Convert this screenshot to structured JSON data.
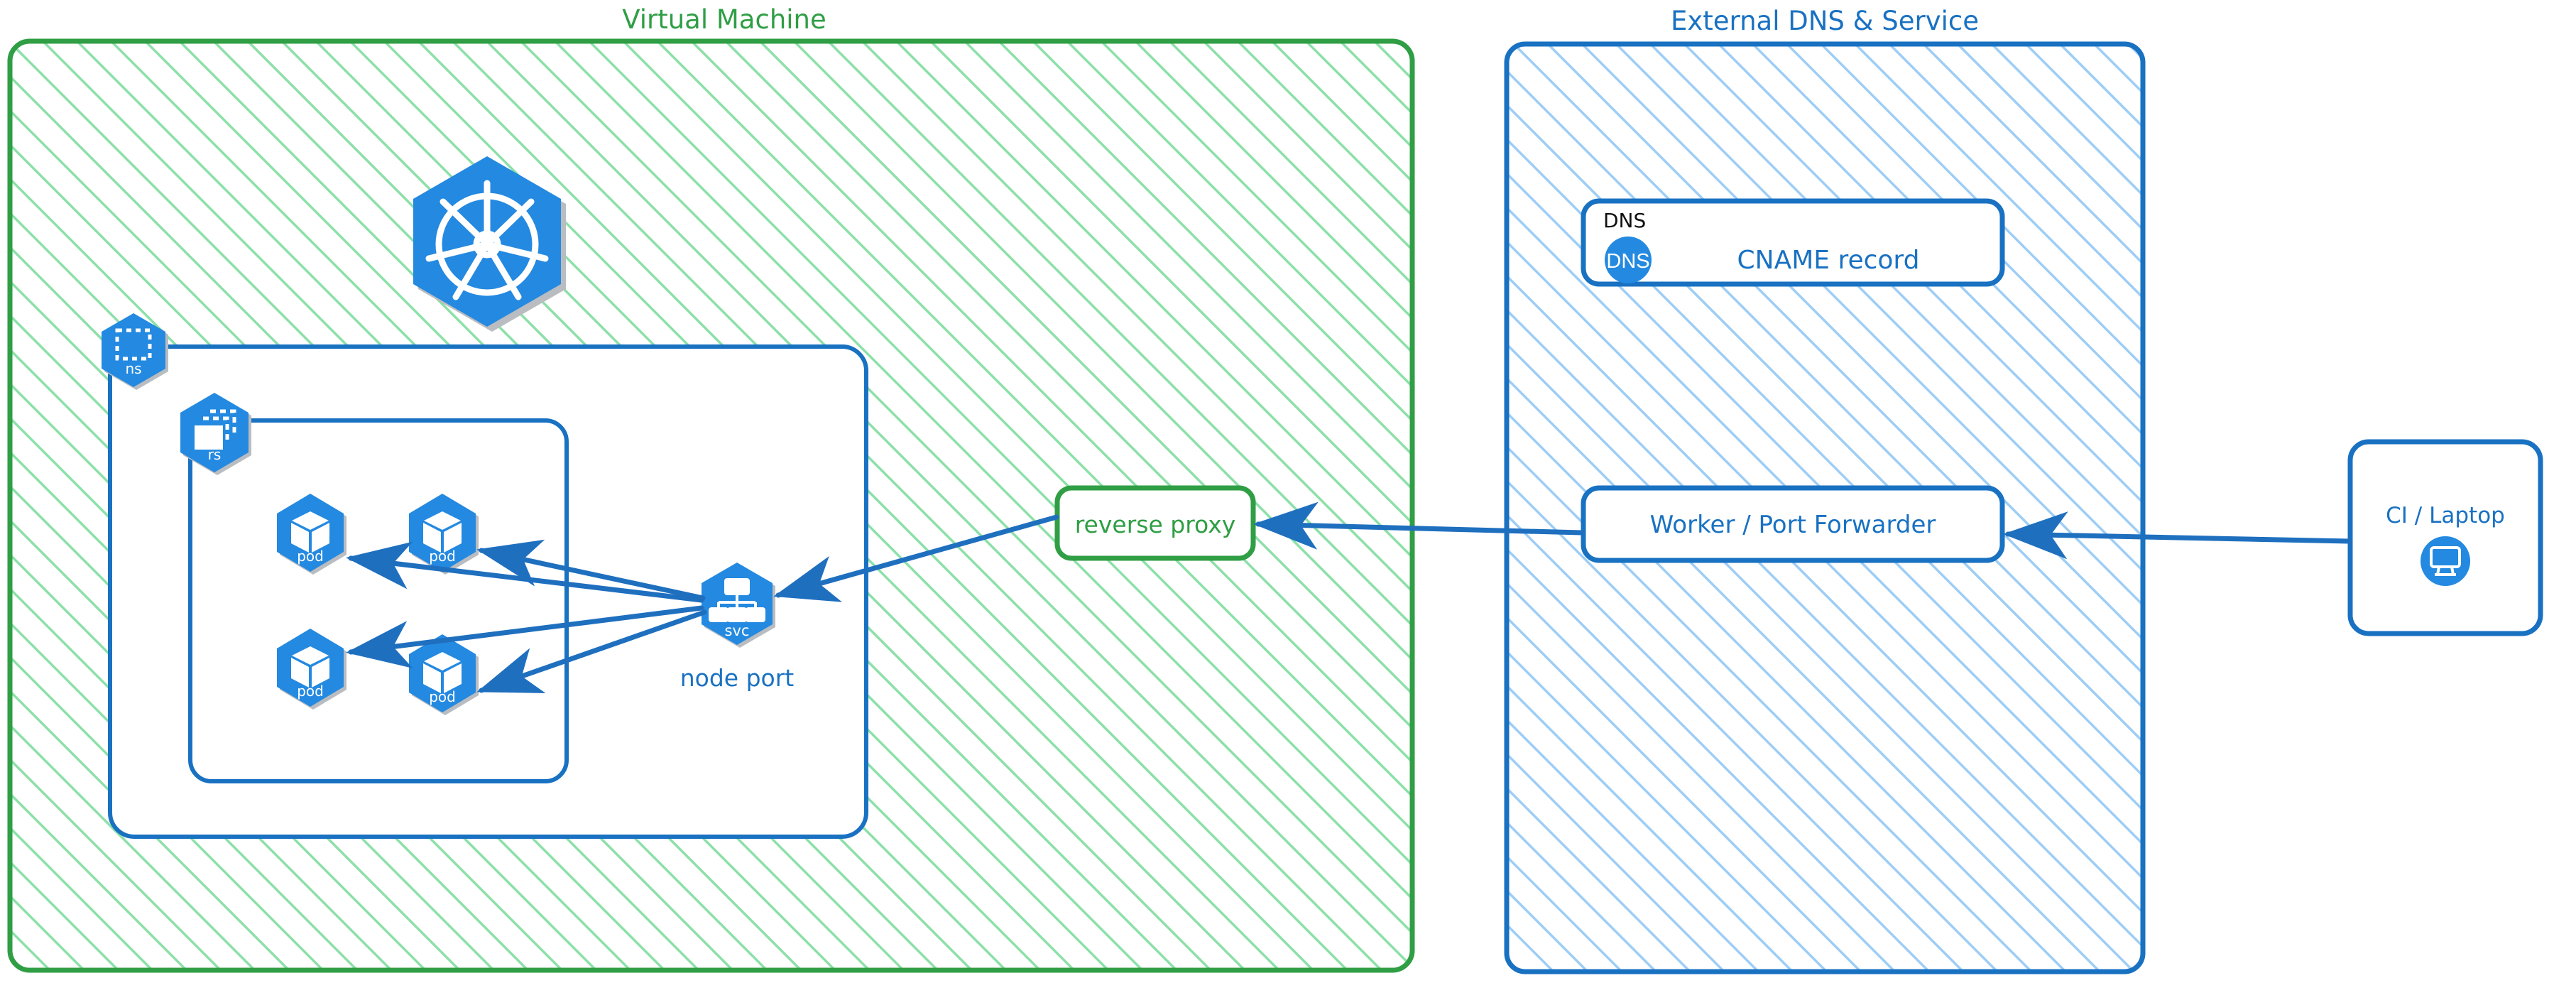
{
  "diagram": {
    "title_vm": "Virtual Machine",
    "title_external": "External DNS & Service",
    "style": {
      "green_stroke": "#2f9e44",
      "green_hatch": "#8ce0a8",
      "blue_stroke": "#1971c2",
      "blue_hatch": "#9ecdf5",
      "k8s_blue": "#2489e0",
      "arrow_blue": "#1f6fbf",
      "text_black": "#111111",
      "white": "#ffffff"
    }
  },
  "vm_zone": {
    "label": "Virtual Machine",
    "namespace_badge": "ns",
    "replicaset_badge": "rs",
    "k8s_logo_name": "kubernetes-logo",
    "pods": [
      {
        "label": "pod"
      },
      {
        "label": "pod"
      },
      {
        "label": "pod"
      },
      {
        "label": "pod"
      }
    ],
    "service": {
      "badge": "svc",
      "caption": "node port"
    },
    "reverse_proxy": {
      "label": "reverse proxy"
    }
  },
  "external_zone": {
    "label": "External DNS & Service",
    "dns_card": {
      "kind_label": "DNS",
      "icon_label": "DNS",
      "title": "CNAME record"
    },
    "worker_card": {
      "title": "Worker / Port Forwarder"
    }
  },
  "client": {
    "title": "CI / Laptop",
    "icon_name": "desktop-monitor-icon"
  },
  "connections": [
    {
      "from": "CI / Laptop",
      "to": "Worker / Port Forwarder",
      "direction": "left"
    },
    {
      "from": "Worker / Port Forwarder",
      "to": "reverse proxy",
      "direction": "left"
    },
    {
      "from": "reverse proxy",
      "to": "node port",
      "direction": "left"
    },
    {
      "from": "node port",
      "to": "pod",
      "direction": "left"
    },
    {
      "from": "node port",
      "to": "pod",
      "direction": "left"
    },
    {
      "from": "node port",
      "to": "pod",
      "direction": "left"
    },
    {
      "from": "node port",
      "to": "pod",
      "direction": "left"
    }
  ]
}
